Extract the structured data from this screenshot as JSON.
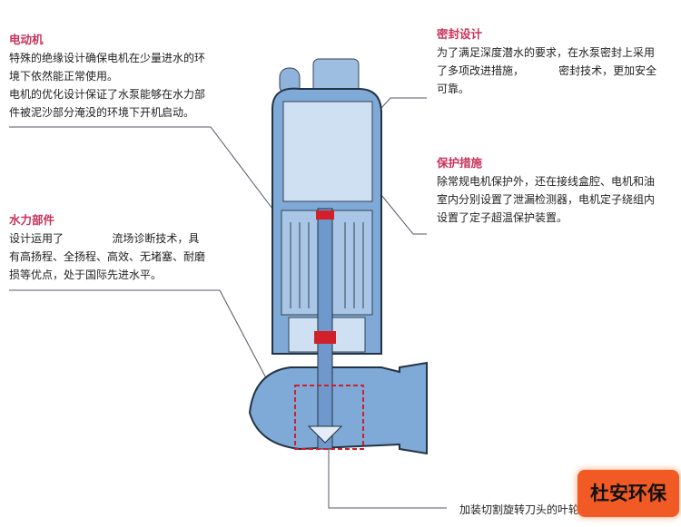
{
  "motor": {
    "title": "电动机",
    "lines": [
      "特殊的绝缘设计确保电机在少量进水的环",
      "境下依然能正常使用。",
      "电机的优化设计保证了水泵能够在水力部",
      "件被泥沙部分淹没的环境下开机启动。"
    ]
  },
  "seal": {
    "title": "密封设计",
    "lines": [
      "为了满足深度潜水的要求，在水泵密封上采用",
      "了多项改进措施，          密封技术，更加安全",
      "可靠。"
    ]
  },
  "protection": {
    "title": "保护措施",
    "lines": [
      "除常规电机保护外，还在接线盒腔、电机和油",
      "室内分别设置了泄漏检测器，电机定子绕组内",
      "设置了定子超温保护装置。"
    ]
  },
  "hydraulic": {
    "title": "水力部件",
    "lines": [
      "设计运用了              流场诊断技术，具",
      "有高扬程、全扬程、高效、无堵塞、耐磨",
      "损等优点，处于国际先进水平。"
    ]
  },
  "impeller_label": "加装切割旋转刀头的叶轮",
  "watermark": "杜安环保",
  "colors": {
    "title": "#c8325a",
    "pump_body": "#7fa9d6",
    "pump_inner": "#cfe0f2",
    "highlight": "#d0202a",
    "logo": "#f15a24"
  }
}
